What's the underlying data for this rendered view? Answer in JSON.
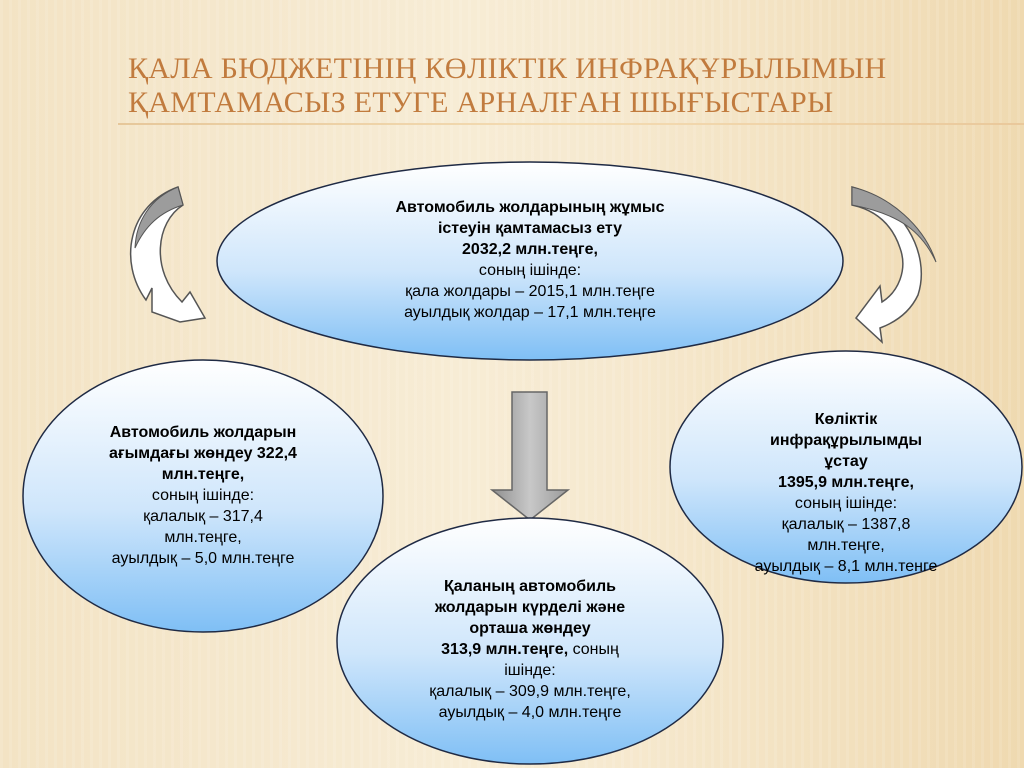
{
  "title": {
    "line1": "ҚАЛА БЮДЖЕТІНІҢ КӨЛІКТІК ИНФРАҚҰРЫЛЫМЫН",
    "line2": "ҚАМТАМАСЫЗ ЕТУГЕ АРНАЛҒАН ШЫҒЫСТАРЫ"
  },
  "colors": {
    "title": "#c17b3e",
    "node_top": "#ffffff",
    "node_bottom": "#7fbff5",
    "arrow_fill": "#b3b3b3"
  },
  "nodes": {
    "top": {
      "bold1": "Автомобиль жолдарының жұмыс",
      "bold2": "істеуін қамтамасыз ету",
      "bold3": "2032,2 млн.теңге,",
      "l1": "соның ішінде:",
      "l2": "қала жолдары – 2015,1 млн.теңге",
      "l3": "ауылдық жолдар – 17,1 млн.теңге"
    },
    "left": {
      "bold1": "Автомобиль жолдарын",
      "bold2": "ағымдағы жөндеу 322,4",
      "bold3": "млн.теңге,",
      "l1": "соның ішінде:",
      "l2": "қалалық – 317,4",
      "l3": "млн.теңге,",
      "l4": "ауылдық – 5,0 млн.теңге"
    },
    "right": {
      "bold1": "Көліктік",
      "bold2": "инфрақұрылымды",
      "bold3": "ұстау",
      "bold4": "1395,9  млн.теңге,",
      "l1": "соның ішінде:",
      "l2": "қалалық – 1387,8",
      "l3": "млн.теңге,",
      "l4": "ауылдық – 8,1 млн.тенге"
    },
    "bottom": {
      "bold1": "Қаланың автомобиль",
      "bold2": "жолдарын күрделі және",
      "bold3": "орташа жөндеу",
      "bold4": "313,9 млн.теңге,",
      "inline": " соның",
      "l1": "ішінде:",
      "l2": "қалалық – 309,9 млн.теңге,",
      "l3": "ауылдық – 4,0 млн.теңге"
    }
  }
}
